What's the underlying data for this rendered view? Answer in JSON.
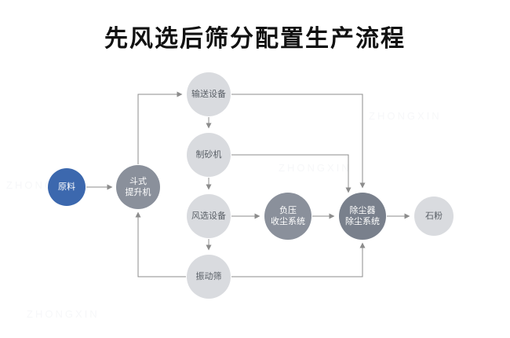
{
  "title": "先风选后筛分配置生产流程",
  "nodes": {
    "raw": {
      "label": "原料"
    },
    "bucket_elevator": {
      "label": "斗式\n提升机"
    },
    "conveyor": {
      "label": "输送设备"
    },
    "sand_maker": {
      "label": "制砂机"
    },
    "air_classifier": {
      "label": "风选设备"
    },
    "vibrating_screen": {
      "label": "振动筛"
    },
    "negative_pressure": {
      "label": "负压\n收尘系统"
    },
    "dust_collector": {
      "label": "除尘器\n除尘系统"
    },
    "stone_powder": {
      "label": "石粉"
    }
  },
  "colors": {
    "accent_blue": "#3c68ae",
    "node_gray": "#8a909b",
    "node_dark_gray": "#79808c",
    "node_light": "#d9dbdf",
    "arrow": "#8c8c8c"
  },
  "watermark": "ZHONGXIN"
}
